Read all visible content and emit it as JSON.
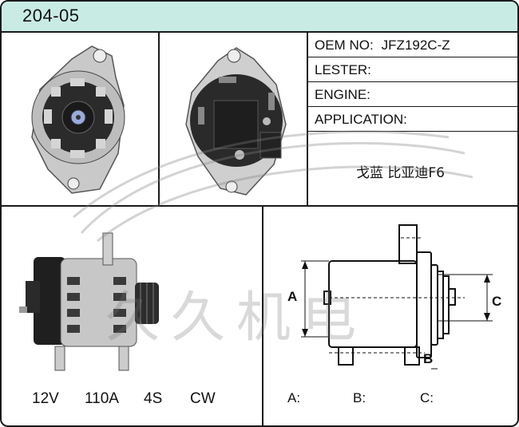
{
  "header": {
    "part_number": "204-05"
  },
  "specs": {
    "oem_label": "OEM NO:",
    "oem_value": "JFZ192C-Z",
    "lester_label": "LESTER:",
    "engine_label": "ENGINE:",
    "application_label": "APPLICATION:",
    "application_value": "戈蓝  比亚迪F6"
  },
  "electrical": {
    "voltage": "12V",
    "amperage": "110A",
    "pulley": "4S",
    "rotation": "CW"
  },
  "dimensions": {
    "a_label": "A:",
    "b_label": "B:",
    "c_label": "C:",
    "drawing_a": "A",
    "drawing_b": "B",
    "drawing_c": "C"
  },
  "watermark": "久久机电",
  "icons": [
    "alternator-front-photo",
    "alternator-rear-photo",
    "alternator-side-photo",
    "dimension-drawing"
  ]
}
